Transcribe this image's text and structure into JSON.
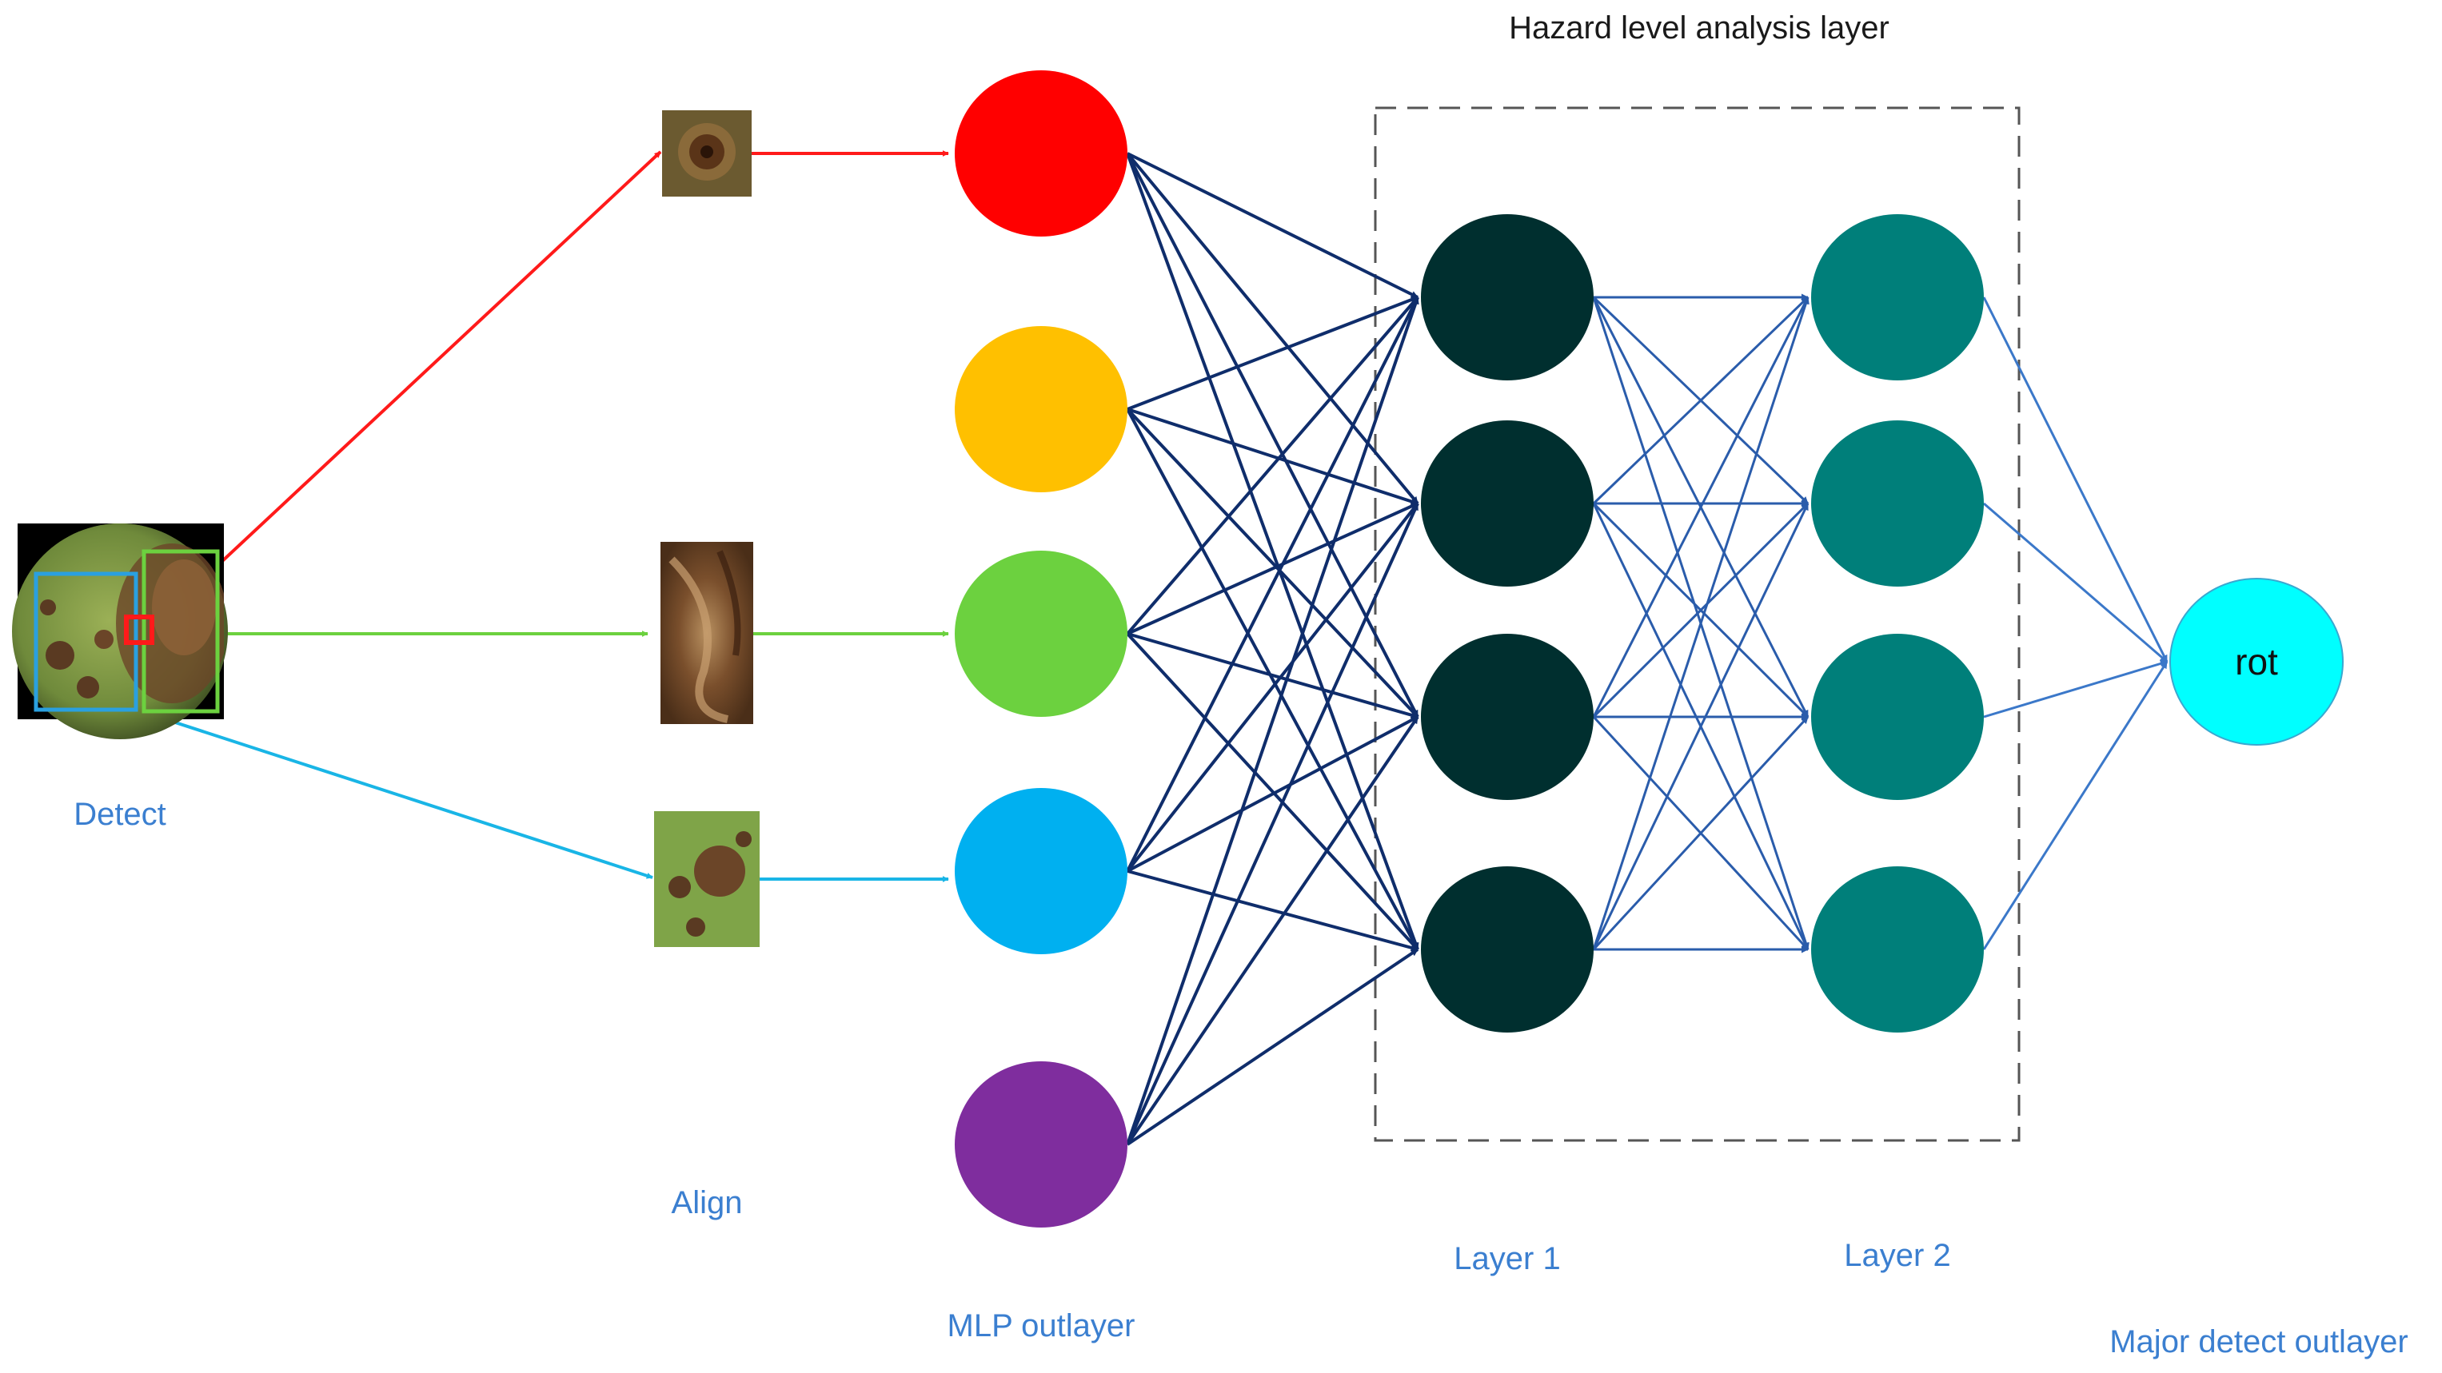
{
  "labels": {
    "detect": "Detect",
    "align": "Align",
    "mlp": "MLP outlayer",
    "hazard": "Hazard level analysis layer",
    "layer1": "Layer 1",
    "layer2": "Layer 2",
    "major": "Major detect outlayer",
    "output_node": "rot"
  },
  "colors": {
    "mlp_nodes": [
      "#ff0000",
      "#ffc000",
      "#6cd13f",
      "#00b0f0",
      "#7f2d9e"
    ],
    "layer1_node": "#002f2f",
    "layer2_node": "#007f7a",
    "output_node": "#00ffff",
    "arrow_red": "#ff1a1a",
    "arrow_green": "#6cd13f",
    "arrow_cyan": "#19b5e6",
    "edge_dark": "#0f2d6b",
    "edge_mid": "#2a5cab",
    "edge_light": "#3b78c9",
    "label_blue": "#3b7fd0"
  },
  "icons": [
    "apple-image",
    "lesion-crop-red",
    "lesion-crop-green",
    "lesion-crop-blue"
  ]
}
